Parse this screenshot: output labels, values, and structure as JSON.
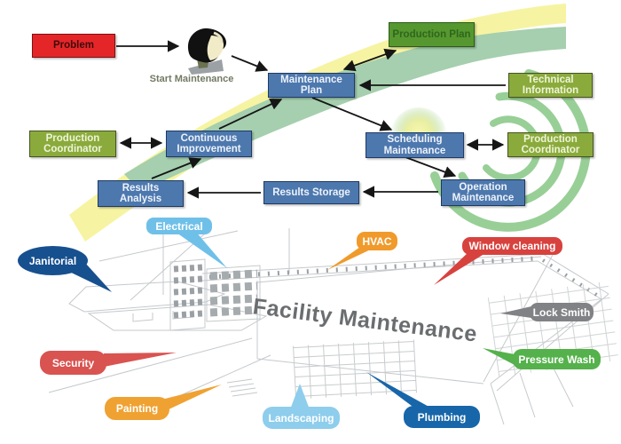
{
  "flowchart": {
    "start_label": "Start Maintenance",
    "nodes": {
      "problem": {
        "label": "Problem"
      },
      "maintenance_plan": {
        "label": "Maintenance Plan"
      },
      "production_plan": {
        "label": "Production Plan"
      },
      "technical_information": {
        "label": "Technical Information"
      },
      "production_coordinator_left": {
        "label": "Production Coordinator"
      },
      "continuous_improvement": {
        "label": "Continuous Improvement"
      },
      "scheduling_maintenance": {
        "label": "Scheduling Maintenance"
      },
      "production_coordinator_right": {
        "label": "Production Coordinator"
      },
      "results_analysis": {
        "label": "Results Analysis"
      },
      "results_storage": {
        "label": "Results Storage"
      },
      "operation_maintenance": {
        "label": "Operation Maintenance"
      }
    }
  },
  "building": {
    "sign_text": "Facility Maintenance",
    "callouts": {
      "electrical": {
        "label": "Electrical",
        "color": "#6fc0e8"
      },
      "hvac": {
        "label": "HVAC",
        "color": "#f09a2b"
      },
      "window_cleaning": {
        "label": "Window cleaning",
        "color": "#d8423e"
      },
      "janitorial": {
        "label": "Janitorial",
        "color": "#17508f"
      },
      "security": {
        "label": "Security",
        "color": "#d95350"
      },
      "painting": {
        "label": "Painting",
        "color": "#efa232"
      },
      "landscaping": {
        "label": "Landscaping",
        "color": "#8ecdec"
      },
      "plumbing": {
        "label": "Plumbing",
        "color": "#1766a9"
      },
      "lock_smith": {
        "label": "Lock Smith",
        "color": "#808285"
      },
      "pressure_wash": {
        "label": "Pressure Wash",
        "color": "#55b14b"
      }
    }
  },
  "colors": {
    "process_box": "#4d78ae",
    "resource_box": "#8aab3c",
    "plan_box": "#56982f",
    "problem_box": "#e52629",
    "band_yellow": "#f6f4a2",
    "band_green": "#a5cfae",
    "spiral_green": "#82c57f",
    "arrow": "#161616",
    "sketch": "#c5c9cc",
    "sign_text_color": "#6b6e70"
  }
}
